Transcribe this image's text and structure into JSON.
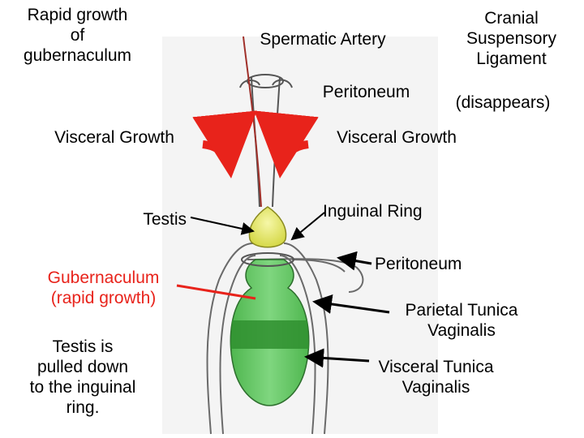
{
  "labels": {
    "rapid_growth": "Rapid growth\nof\ngubernaculum",
    "spermatic_artery": "Spermatic Artery",
    "cranial_ligament": "Cranial\nSuspensory\nLigament",
    "peritoneum_top": "Peritoneum",
    "disappears": "(disappears)",
    "visceral_growth_left": "Visceral Growth",
    "visceral_growth_right": "Visceral Growth",
    "testis": "Testis",
    "inguinal_ring": "Inguinal Ring",
    "gubernaculum": "Gubernaculum\n(rapid growth)",
    "peritoneum_bottom": "Peritoneum",
    "parietal": "Parietal Tunica\nVaginalis",
    "visceral_tunica": "Visceral Tunica\nVaginalis",
    "pulled_down": "Testis is\npulled down\nto the inguinal\nring."
  },
  "colors": {
    "gubernaculum_fill": "#5cc45c",
    "gubernaculum_band": "#2f8f2f",
    "testis_fill": "#e8ea6a",
    "arrow_red": "#e8231b",
    "label_red": "#e8231b",
    "artery": "#a0302a"
  }
}
